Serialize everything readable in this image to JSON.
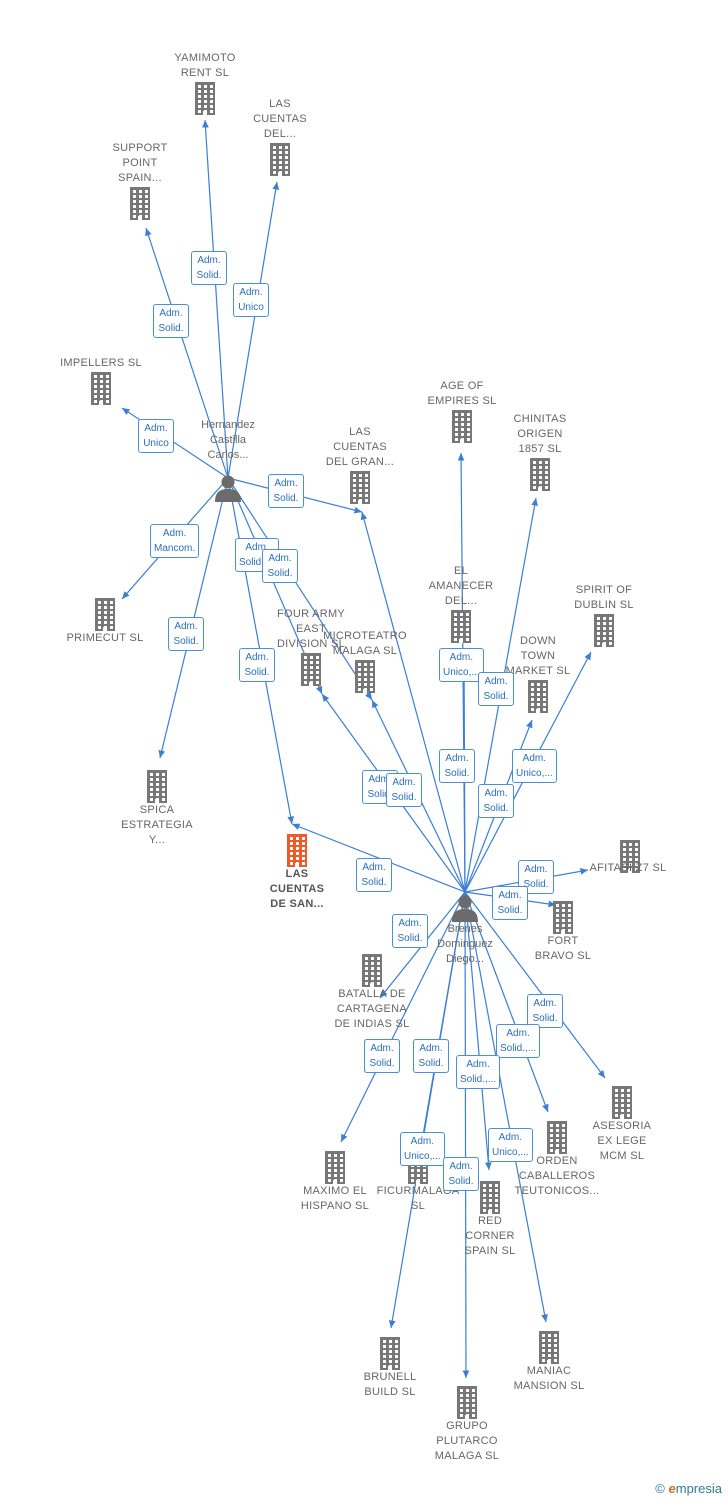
{
  "persons": [
    {
      "id": "hc",
      "name": "Hernandez\nCastilla\nCarlos..."
    },
    {
      "id": "bd",
      "name": "Brenes\nDominguez\nDiego..."
    }
  ],
  "companies": [
    {
      "id": "yamimoto",
      "name": "YAMIMOTO\nRENT  SL"
    },
    {
      "id": "lascuentasdel",
      "name": "LAS\nCUENTAS\nDEL..."
    },
    {
      "id": "support",
      "name": "SUPPORT\nPOINT\nSPAIN..."
    },
    {
      "id": "impellers",
      "name": "IMPELLERS SL"
    },
    {
      "id": "primecut",
      "name": "PRIMECUT  SL"
    },
    {
      "id": "spica",
      "name": "SPICA\nESTRATEGIA\nY..."
    },
    {
      "id": "lascuentassan",
      "name": "LAS\nCUENTAS\nDE SAN...",
      "highlight": true
    },
    {
      "id": "lascuentasgran",
      "name": "LAS\nCUENTAS\nDEL GRAN..."
    },
    {
      "id": "fourarmy",
      "name": "FOUR ARMY\nEAST\nDIVISION  SL"
    },
    {
      "id": "microteatro",
      "name": "MICROTEATRO\nMALAGA  SL"
    },
    {
      "id": "ageofempires",
      "name": "AGE OF\nEMPIRES  SL"
    },
    {
      "id": "chinitas",
      "name": "CHINITAS\nORIGEN\n1857  SL"
    },
    {
      "id": "amanecer",
      "name": "EL\nAMANECER\nDEL..."
    },
    {
      "id": "spirit",
      "name": "SPIRIT OF\nDUBLIN  SL"
    },
    {
      "id": "downtown",
      "name": "DOWN\nTOWN\nMARKET  SL"
    },
    {
      "id": "afitasi",
      "name": "AFITASI Z7  SL"
    },
    {
      "id": "fortbravo",
      "name": "FORT\nBRAVO  SL"
    },
    {
      "id": "batalla",
      "name": "BATALLA DE\nCARTAGENA\nDE INDIAS  SL"
    },
    {
      "id": "asesoria",
      "name": "ASESORIA\nEX LEGE\nMCM  SL"
    },
    {
      "id": "orden",
      "name": "ORDEN\nCABALLEROS\nTEUTONICOS..."
    },
    {
      "id": "maximo",
      "name": "MAXIMO EL\nHISPANO  SL"
    },
    {
      "id": "ficurmalaga",
      "name": "FICURMALAGA\nSL"
    },
    {
      "id": "redcorner",
      "name": "RED\nCORNER\nSPAIN  SL"
    },
    {
      "id": "brunell",
      "name": "BRUNELL\nBUILD  SL"
    },
    {
      "id": "maniac",
      "name": "MANIAC\nMANSION  SL"
    },
    {
      "id": "plutarco",
      "name": "GRUPO\nPLUTARCO\nMALAGA  SL"
    }
  ],
  "relations": [
    {
      "from": "hc",
      "to": "yamimoto",
      "label": "Adm.\nSolid."
    },
    {
      "from": "hc",
      "to": "lascuentasdel",
      "label": "Adm.\nUnico"
    },
    {
      "from": "hc",
      "to": "support",
      "label": "Adm.\nSolid."
    },
    {
      "from": "hc",
      "to": "impellers",
      "label": "Adm.\nUnico"
    },
    {
      "from": "hc",
      "to": "lascuentasgran",
      "label": "Adm.\nSolid."
    },
    {
      "from": "hc",
      "to": "primecut",
      "label": "Adm.\nMancom."
    },
    {
      "from": "hc",
      "to": "fourarmy",
      "label": "Adm.\nSolid.,..."
    },
    {
      "from": "hc",
      "to": "microteatro",
      "label": "Adm.\nSolid."
    },
    {
      "from": "hc",
      "to": "spica",
      "label": "Adm.\nSolid."
    },
    {
      "from": "hc",
      "to": "lascuentassan",
      "label": "Adm.\nSolid."
    },
    {
      "from": "bd",
      "to": "lascuentassan",
      "label": "Adm.\nSolid."
    },
    {
      "from": "bd",
      "to": "lascuentasgran",
      "label": "Adm.\nSolid."
    },
    {
      "from": "bd",
      "to": "fourarmy",
      "label": "Adm.\nSolid."
    },
    {
      "from": "bd",
      "to": "microteatro",
      "label": "Adm.\nSolid."
    },
    {
      "from": "bd",
      "to": "ageofempires",
      "label": "Adm.\nUnico,..."
    },
    {
      "from": "bd",
      "to": "amanecer",
      "label": "Adm.\nSolid."
    },
    {
      "from": "bd",
      "to": "chinitas",
      "label": "Adm.\nSolid."
    },
    {
      "from": "bd",
      "to": "downtown",
      "label": "Adm.\nSolid."
    },
    {
      "from": "bd",
      "to": "spirit",
      "label": "Adm.\nUnico,..."
    },
    {
      "from": "bd",
      "to": "afitasi",
      "label": "Adm.\nSolid."
    },
    {
      "from": "bd",
      "to": "fortbravo",
      "label": "Adm.\nSolid."
    },
    {
      "from": "bd",
      "to": "batalla",
      "label": "Adm.\nSolid."
    },
    {
      "from": "bd",
      "to": "asesoria",
      "label": "Adm.\nSolid."
    },
    {
      "from": "bd",
      "to": "orden",
      "label": "Adm.\nSolid.,..."
    },
    {
      "from": "bd",
      "to": "maximo",
      "label": "Adm.\nSolid."
    },
    {
      "from": "bd",
      "to": "ficurmalaga",
      "label": "Adm.\nSolid."
    },
    {
      "from": "bd",
      "to": "redcorner",
      "label": "Adm.\nSolid.,..."
    },
    {
      "from": "bd",
      "to": "brunell",
      "label": "Adm.\nUnico,..."
    },
    {
      "from": "bd",
      "to": "maniac",
      "label": "Adm.\nUnico,..."
    },
    {
      "from": "bd",
      "to": "plutarco",
      "label": "Adm.\nSolid."
    }
  ],
  "footer": {
    "copyright": "©",
    "brand_first": "e",
    "brand_rest": "mpresia"
  },
  "colors": {
    "line": "#3a7fd5",
    "building": "#777777",
    "highlight": "#f05a28",
    "person": "#6b6b6b"
  }
}
